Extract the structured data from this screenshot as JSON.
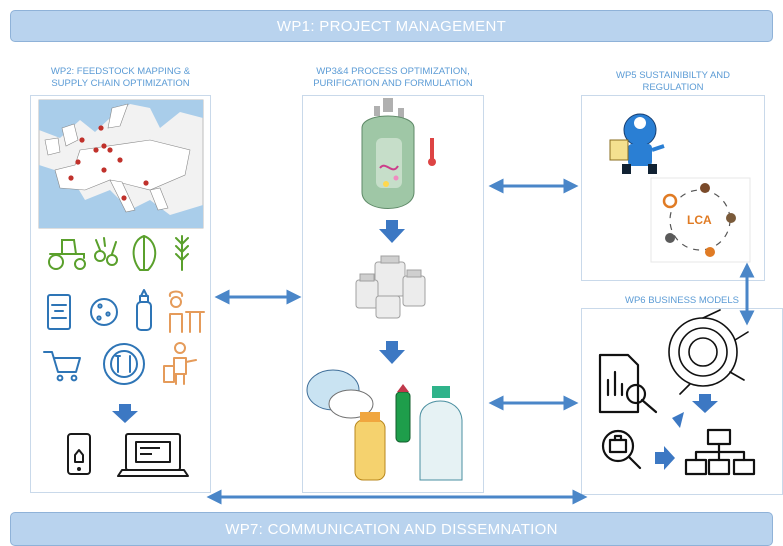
{
  "wp1": {
    "title": "WP1: PROJECT MANAGEMENT"
  },
  "wp2": {
    "title_line1": "WP2: FEEDSTOCK MAPPING &",
    "title_line2": "SUPPLY CHAIN OPTIMIZATION"
  },
  "wp34": {
    "title_line1": "WP3&4 PROCESS OPTIMIZATION,",
    "title_line2": "PURIFICATION AND FORMULATION"
  },
  "wp5": {
    "title_line1": "WP5 SUSTAINIBILTY AND",
    "title_line2": "REGULATION",
    "lca_label": "LCA"
  },
  "wp6": {
    "title": "WP6 BUSINESS MODELS"
  },
  "wp7": {
    "title": "WP7: COMMUNICATION AND DISSEMNATION"
  },
  "colors": {
    "accent_blue": "#4a86c8",
    "banner_fill": "#b9d3ee",
    "title_blue": "#5b9bd5",
    "reactor_green": "#9fc7a6",
    "lca_orange": "#e07b24"
  },
  "icons": [
    "europe-map",
    "tractor-icon",
    "beet-icon",
    "lettuce-icon",
    "wheat-icon",
    "food-bag-icon",
    "cookie-icon",
    "baby-bottle-icon",
    "chef-icon",
    "shopping-cart-icon",
    "plate-cutlery-icon",
    "grocery-person-icon",
    "smartphone-icon",
    "laptop-icon",
    "reactor-icon",
    "vials-icon",
    "cosmetics-icon",
    "mascot-icon",
    "lca-cycle-icon",
    "report-analysis-icon",
    "tech-circle-icon",
    "briefcase-search-icon",
    "org-chart-icon"
  ]
}
